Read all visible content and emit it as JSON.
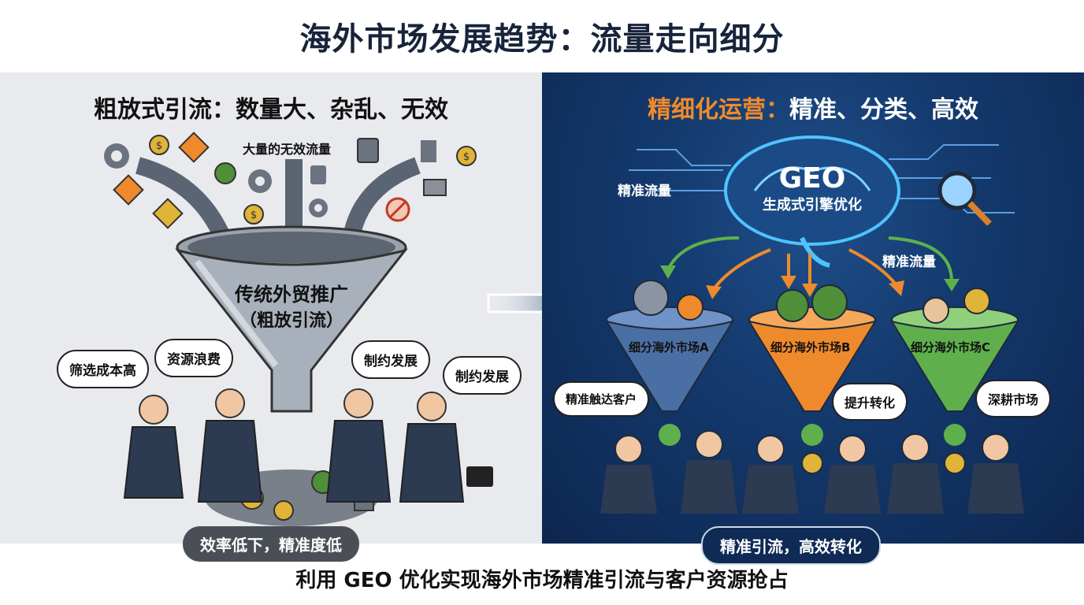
{
  "title": "海外市场发展趋势：流量走向细分",
  "left": {
    "heading": "粗放式引流：数量大、杂乱、无效",
    "traffic_label": "大量的无效流量",
    "funnel_title": "传统外贸推广",
    "funnel_subtitle": "（粗放引流）",
    "bubbles": [
      "筛选成本高",
      "资源浪费",
      "制约发展",
      "制约发展"
    ],
    "bottom_label": "效率低下，精准度低"
  },
  "right": {
    "heading_accent": "精细化运营：",
    "heading_rest": "精准、分类、高效",
    "brain_title": "GEO",
    "brain_subtitle": "生成式引擎优化",
    "traffic_label_left": "精准流量",
    "traffic_label_right": "精准流量",
    "funnels": [
      "细分海外市场A",
      "细分海外市场B",
      "细分海外市场C"
    ],
    "bubbles": [
      "精准触达客户",
      "提升转化",
      "深耕市场"
    ],
    "bottom_label": "精准引流，高效转化"
  },
  "footer": "利用 GEO 优化实现海外市场精准引流与客户资源抢占",
  "colors": {
    "title": "#17243b",
    "left_bg": "#e8eaed",
    "right_bg": "#143a6e",
    "accent_orange": "#ef8a2c",
    "funnel_blue": "#4a6fa5",
    "funnel_orange": "#ef8a2c",
    "funnel_green": "#5fb04c",
    "brain_glow": "#4fc3ff"
  }
}
